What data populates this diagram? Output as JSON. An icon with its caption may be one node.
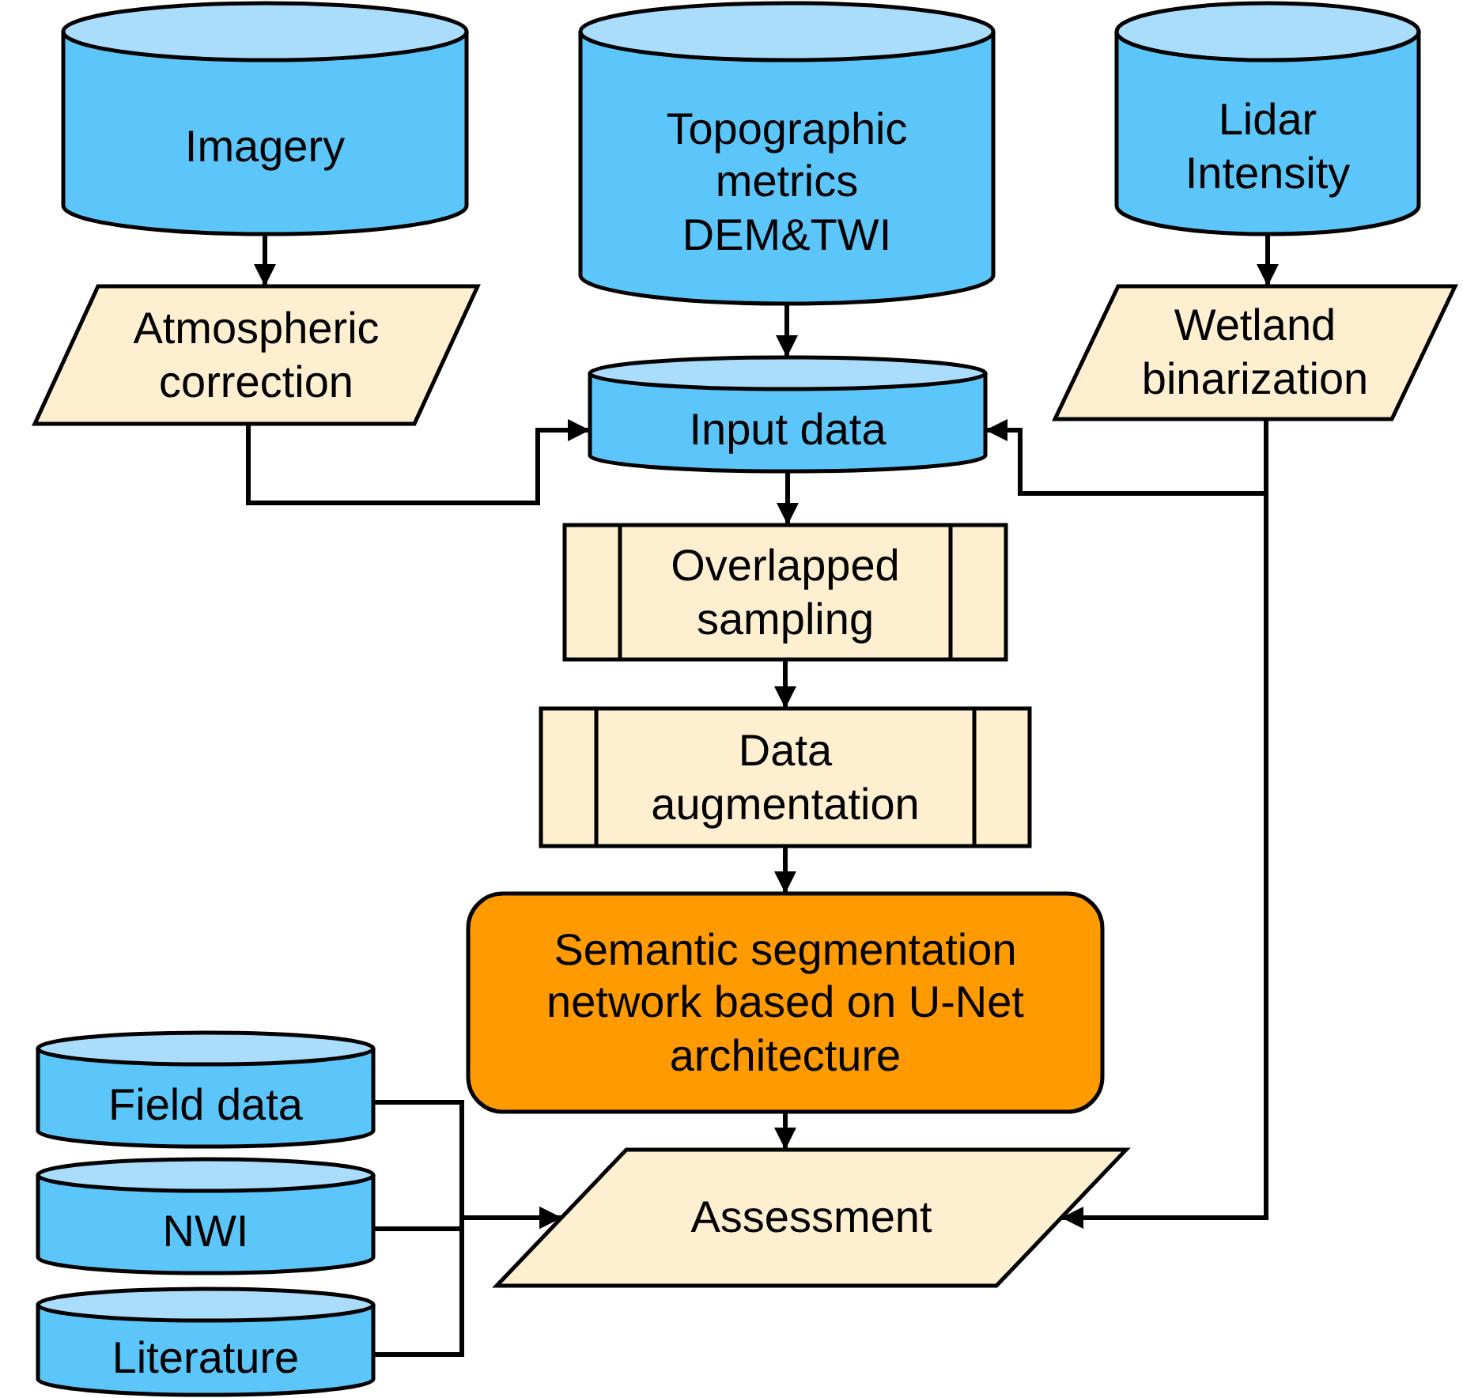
{
  "diagram": {
    "nodes": [
      {
        "text": [
          "Imagery"
        ]
      },
      {
        "text": [
          "Topographic metrics DEM&TWI"
        ]
      },
      {
        "text": [
          "Lidar Intensity"
        ]
      },
      {
        "text": [
          "Atmospheric correction"
        ]
      },
      {
        "text": [
          "Wetland binarization"
        ]
      },
      {
        "text": [
          "Input data"
        ]
      },
      {
        "text": [
          "Overlapped sampling"
        ]
      },
      {
        "text": [
          "Data augmentation"
        ]
      },
      {
        "text": [
          "Semantic segmentation network based on U-Net architecture"
        ]
      },
      {
        "text": [
          "Field data"
        ]
      },
      {
        "text": [
          "NWI"
        ]
      },
      {
        "text": [
          "Literature"
        ]
      },
      {
        "text": [
          "Assessment"
        ]
      }
    ],
    "edges": [
      {
        "from": 0,
        "to": 3,
        "arrow": "to"
      },
      {
        "from": 1,
        "to": 5,
        "arrow": "to"
      },
      {
        "from": 2,
        "to": 4,
        "arrow": "to"
      },
      {
        "from": 3,
        "to": 5,
        "arrow": "to"
      },
      {
        "from": 4,
        "to": 5,
        "arrow": "to"
      },
      {
        "from": 5,
        "to": 6,
        "arrow": "to"
      },
      {
        "from": 6,
        "to": 7,
        "arrow": "to"
      },
      {
        "from": 7,
        "to": 8,
        "arrow": "to"
      },
      {
        "from": 8,
        "to": 12,
        "arrow": "to"
      },
      {
        "from": 4,
        "to": 12,
        "arrow": "to"
      },
      {
        "from": 9,
        "to": 12,
        "arrow": "to"
      },
      {
        "from": 10,
        "to": 12,
        "arrow": "to"
      },
      {
        "from": 11,
        "to": 12,
        "arrow": "to"
      }
    ]
  }
}
